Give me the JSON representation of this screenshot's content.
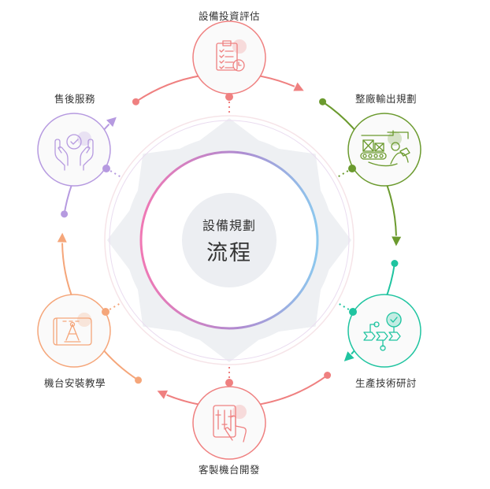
{
  "center": {
    "subtitle": "設備規劃",
    "title": "流程"
  },
  "ring_gradient": [
    "#f078b4",
    "#b08ad0",
    "#8cc8ee"
  ],
  "steps": [
    {
      "label": "設備投資評估",
      "color": "#ef8080",
      "icon": "clipboard-checklist-icon"
    },
    {
      "label": "整廠輸出規劃",
      "color": "#6b9a2e",
      "icon": "factory-conveyor-worker-icon"
    },
    {
      "label": "生產技術研討",
      "color": "#1fc4a0",
      "icon": "process-flow-check-icon"
    },
    {
      "label": "客製機台開發",
      "color": "#ef8080",
      "icon": "control-panel-hand-icon"
    },
    {
      "label": "機台安裝教學",
      "color": "#f5a67a",
      "icon": "blueprint-compass-icon"
    },
    {
      "label": "售後服務",
      "color": "#b69ae0",
      "icon": "hands-check-icon"
    }
  ]
}
